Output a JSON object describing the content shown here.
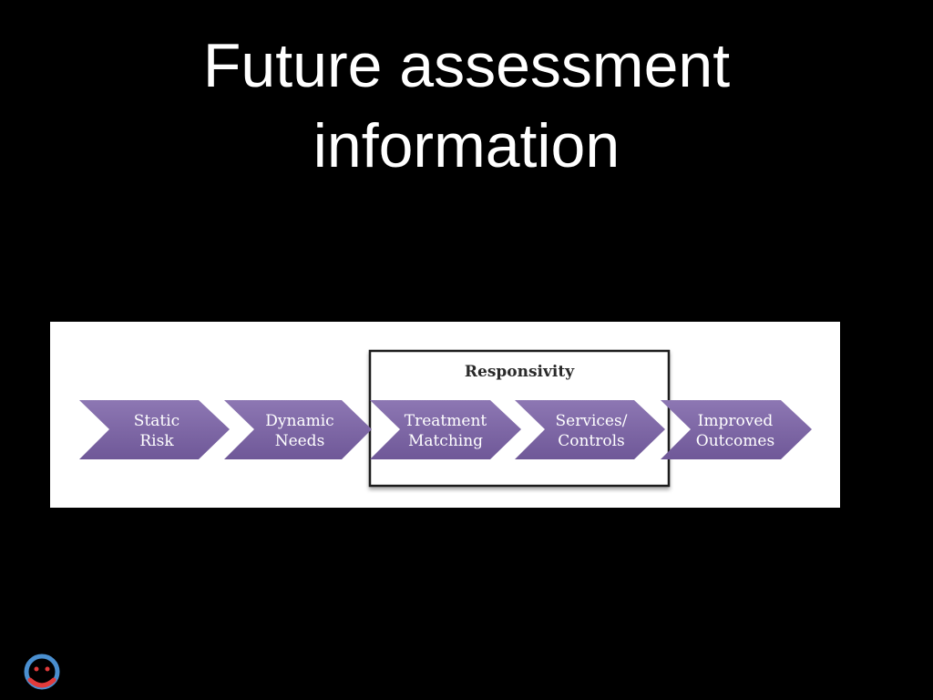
{
  "slide": {
    "title_line1": "Future assessment",
    "title_line2": "information"
  },
  "diagram": {
    "group_label": "Responsivity",
    "steps": [
      {
        "line1": "Static",
        "line2": "Risk"
      },
      {
        "line1": "Dynamic",
        "line2": "Needs"
      },
      {
        "line1": "Treatment",
        "line2": "Matching"
      },
      {
        "line1": "Services/",
        "line2": "Controls"
      },
      {
        "line1": "Improved",
        "line2": "Outcomes"
      }
    ],
    "colors": {
      "chevron": "#7b63a3",
      "chevron_light": "#8d77b3",
      "frame": "#1a1a1a",
      "panel": "#ffffff"
    }
  },
  "logo": {
    "icon": "smiley-logo-icon"
  }
}
